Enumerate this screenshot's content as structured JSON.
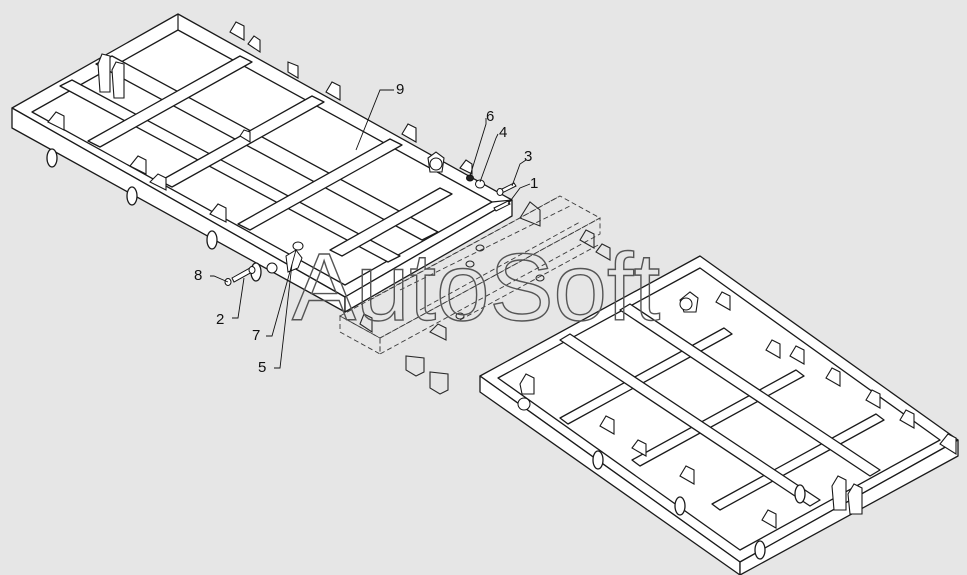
{
  "diagram": {
    "callouts": [
      {
        "id": "c1",
        "label": "1"
      },
      {
        "id": "c2",
        "label": "2"
      },
      {
        "id": "c3",
        "label": "3"
      },
      {
        "id": "c4",
        "label": "4"
      },
      {
        "id": "c5",
        "label": "5"
      },
      {
        "id": "c6",
        "label": "6"
      },
      {
        "id": "c7",
        "label": "7"
      },
      {
        "id": "c8",
        "label": "8"
      },
      {
        "id": "c9",
        "label": "9"
      }
    ]
  },
  "watermark": {
    "text": "AutoSoft"
  }
}
